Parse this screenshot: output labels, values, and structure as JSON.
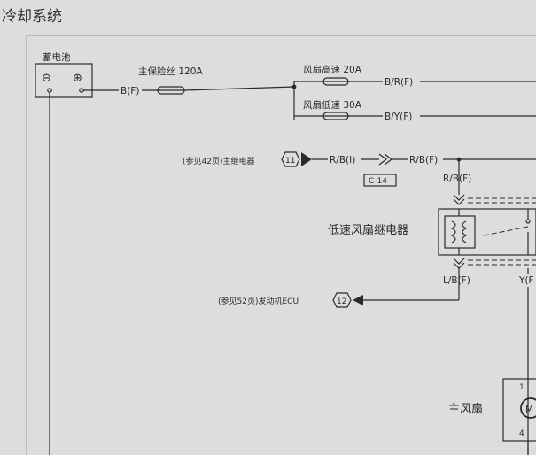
{
  "title": "冷却系统",
  "battery": {
    "label": "蓄电池",
    "minus": "⊖",
    "plus": "⊕"
  },
  "main_fuse": {
    "label": "主保险丝 120A",
    "wire": "B(F)"
  },
  "fan_high_fuse": {
    "label": "风扇高速 20A",
    "wire": "B/R(F)"
  },
  "fan_low_fuse": {
    "label": "风扇低速 30A",
    "wire": "B/Y(F)"
  },
  "main_relay_ref": {
    "label": "(参见42页)主继电器",
    "connector_num": "11",
    "wire_left": "R/B(I)",
    "wire_right": "R/B(F)",
    "connector_id": "C-14"
  },
  "relay_input_wire": "R/B(F)",
  "low_speed_relay": {
    "label": "低速风扇继电器"
  },
  "ecu_wire": "L/B(F)",
  "right_wire": "Y(F",
  "ecu_ref": {
    "label": "(参见52页)发动机ECU",
    "connector_num": "12"
  },
  "main_fan": {
    "label": "主风扇",
    "motor": "M",
    "pin_top": "1",
    "pin_bottom": "4"
  }
}
